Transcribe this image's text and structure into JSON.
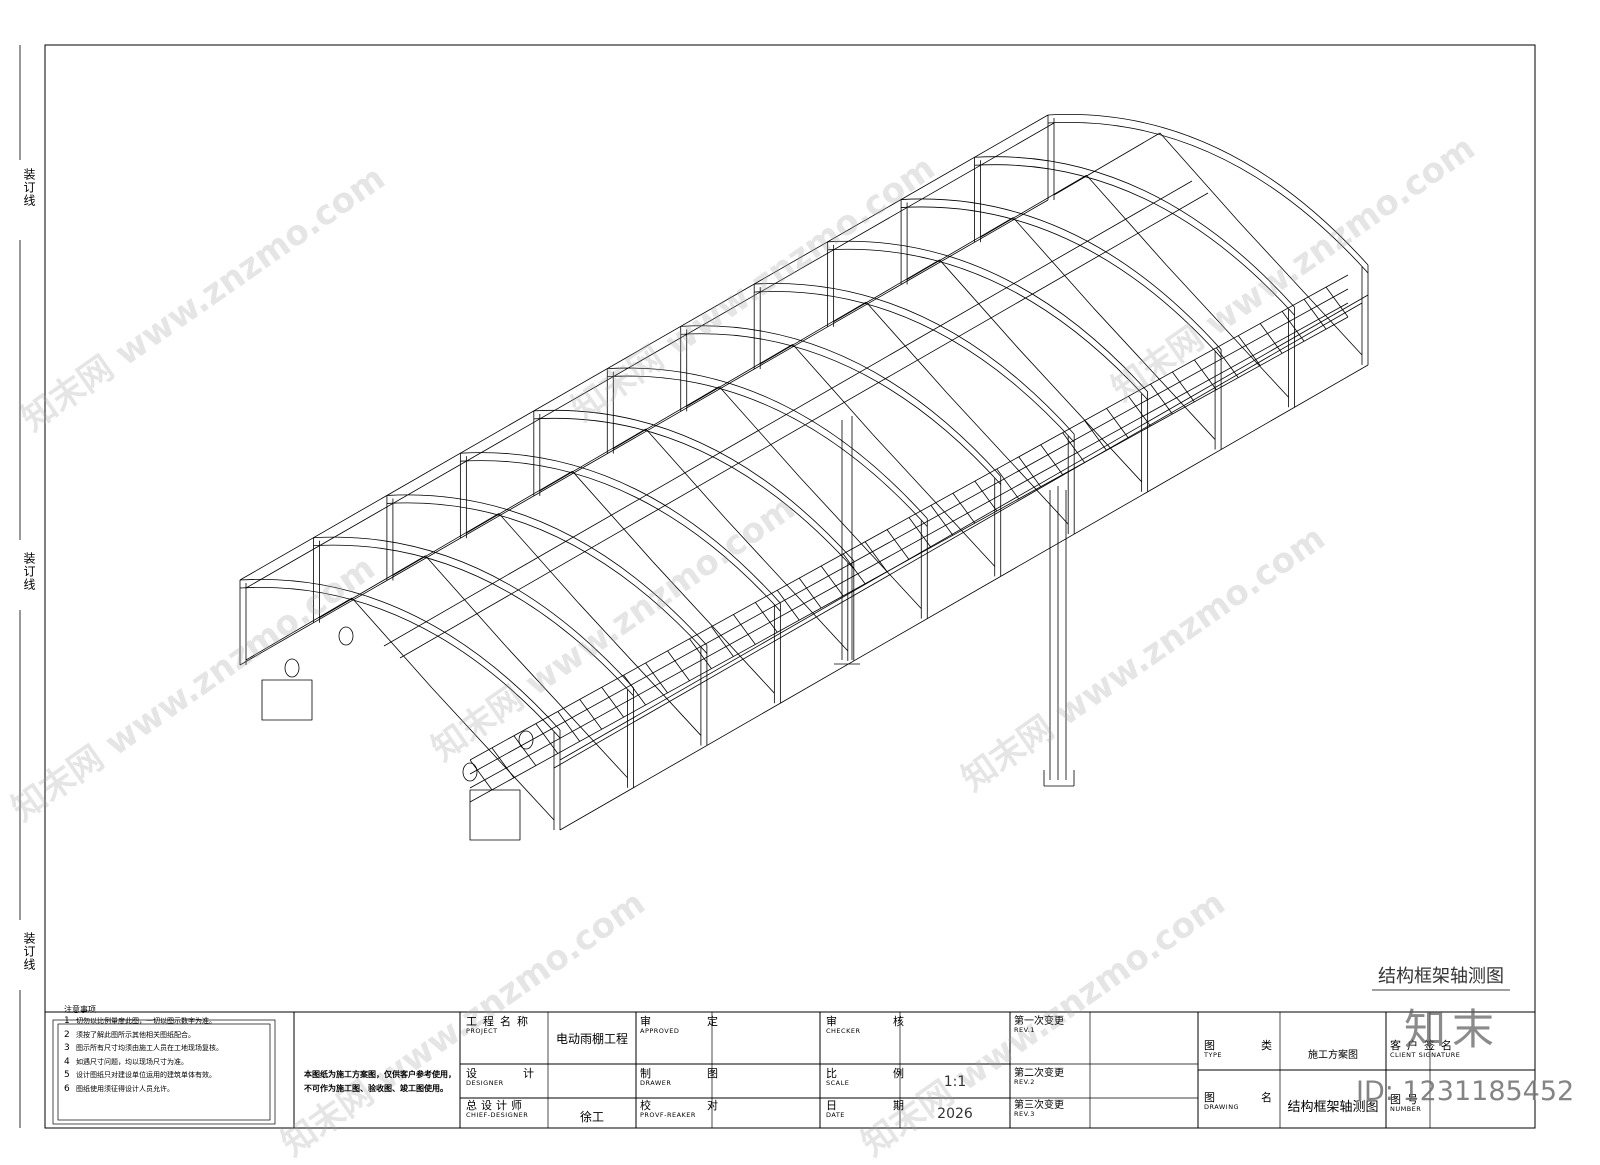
{
  "binding_label": "装订线",
  "drawing_title": "结构框架轴测图",
  "watermark_text": "知末网 www.znzmo.com",
  "logo_text": "知末",
  "id_text": "ID: 1231185452",
  "notes": {
    "title": "注意事项",
    "items": [
      {
        "n": "1",
        "text": "切勿以比例量度此图，一切以图示数字为准。"
      },
      {
        "n": "2",
        "text": "须按了解此图所示其他相关图纸配合。"
      },
      {
        "n": "3",
        "text": "图示所有尺寸均须由施工人员在工地现场复核。"
      },
      {
        "n": "4",
        "text": "如遇尺寸问题，均以现场尺寸为准。"
      },
      {
        "n": "5",
        "text": "设计图纸只对建设单位运用的建筑单体有效。"
      },
      {
        "n": "6",
        "text": "图纸使用须征得设计人员允许。"
      }
    ]
  },
  "disclaimer": "本图纸为施工方案图，仅供客户参考使用，不可作为施工图、验收图、竣工图使用。",
  "title_block": {
    "project_cn": "工程名称",
    "project_en": "PROJECT",
    "project_value": "电动雨棚工程",
    "designer_cn": "设计",
    "designer_en": "DESIGNER",
    "chief_cn": "总设计师",
    "chief_en": "CHIEF-DESIGNER",
    "chief_value": "徐工",
    "approved_cn": "审定",
    "approved_en": "APPROVED",
    "drawer_cn": "制图",
    "drawer_en": "DRAWER",
    "proof_cn": "校对",
    "proof_en": "PROVF-REAKER",
    "checker_cn": "审核",
    "checker_en": "CHECKER",
    "scale_cn": "比例",
    "scale_en": "SCALE",
    "scale_value": "1:1",
    "date_cn": "日期",
    "date_en": "DATE",
    "date_value": "2026",
    "rev1_cn": "第一次变更",
    "rev1_en": "REV.1",
    "rev2_cn": "第二次变更",
    "rev2_en": "REV.2",
    "rev3_cn": "第三次变更",
    "rev3_en": "REV.3",
    "type_cn": "图类",
    "type_en": "TYPE",
    "type_value": "施工方案图",
    "drawing_cn": "图名",
    "drawing_en": "DRAWING",
    "drawing_value": "结构框架轴测图",
    "client_cn": "客户签名",
    "client_en": "CLIENT SIGNATURE",
    "number_cn": "图号",
    "number_en": "NUMBER"
  }
}
